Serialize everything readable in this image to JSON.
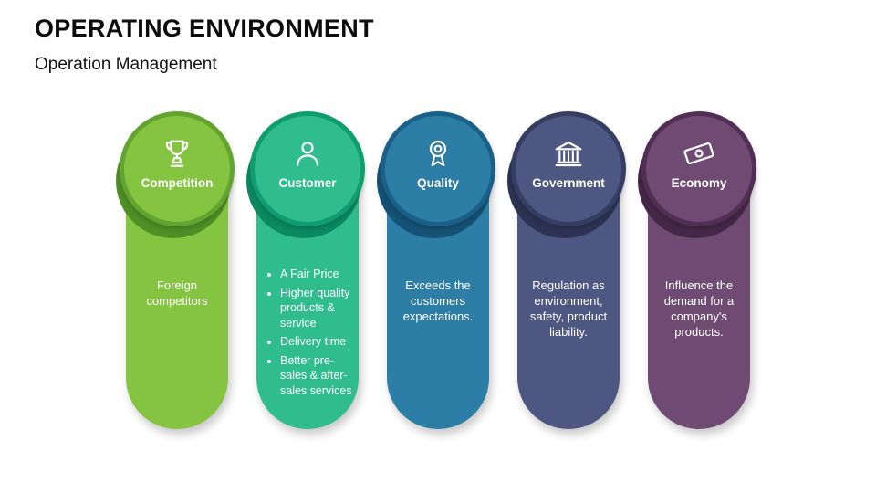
{
  "slide": {
    "title": "OPERATING ENVIRONMENT",
    "subtitle": "Operation Management"
  },
  "columns": [
    {
      "label": "Competition",
      "icon": "trophy-icon",
      "color": "#85c441",
      "ring": "#63a431",
      "shadow": "#4f8f26",
      "body": "Foreign competitors"
    },
    {
      "label": "Customer",
      "icon": "person-icon",
      "color": "#30bd8e",
      "ring": "#0f9c6f",
      "shadow": "#0b8a60",
      "bullets": [
        "A Fair Price",
        "Higher quality products & service",
        "Delivery time",
        "Better pre-sales & after-sales services"
      ]
    },
    {
      "label": "Quality",
      "icon": "award-ribbon-icon",
      "color": "#2d7ea6",
      "ring": "#1a6089",
      "shadow": "#155276",
      "body": "Exceeds the customers expectations."
    },
    {
      "label": "Government",
      "icon": "bank-icon",
      "color": "#4e5781",
      "ring": "#363d63",
      "shadow": "#2d3354",
      "body": "Regulation as environment, safety, product liability."
    },
    {
      "label": "Economy",
      "icon": "money-icon",
      "color": "#6f4b74",
      "ring": "#512f55",
      "shadow": "#452847",
      "body": "Influence the demand for a company's products."
    }
  ]
}
